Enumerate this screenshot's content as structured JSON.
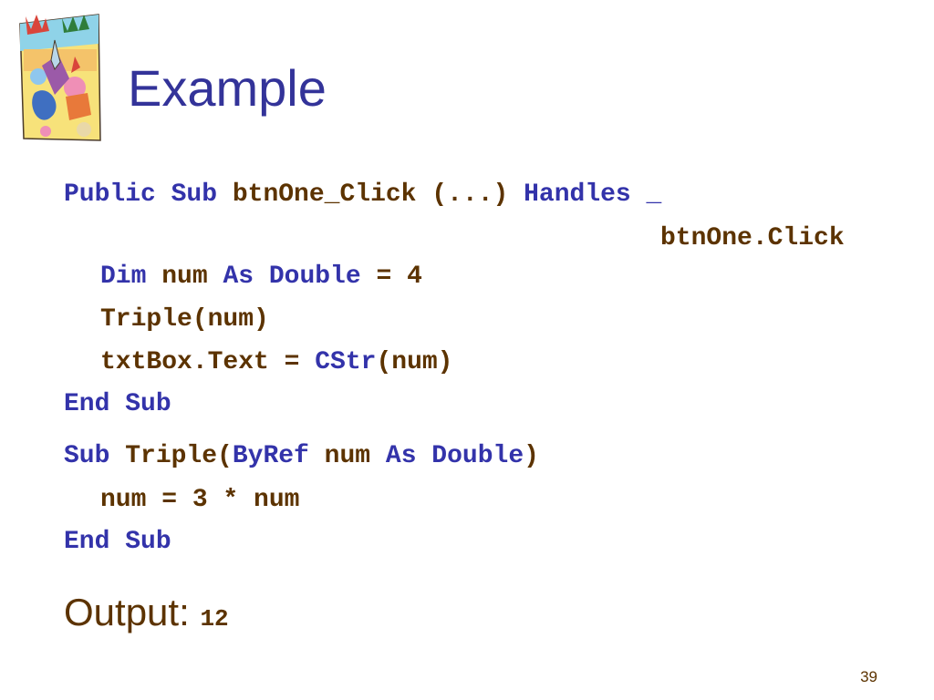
{
  "slide": {
    "title": "Example",
    "clipart_icon": "decorative-collage-icon",
    "code_lines": [
      [
        "Public Sub ",
        "btnOne_Click (...) ",
        "Handles _"
      ],
      [
        "btnOne.Click"
      ],
      [
        "Dim ",
        "num ",
        "As Double ",
        "= 4"
      ],
      [
        "Triple(num)"
      ],
      [
        "txtBox.Text = ",
        "CStr",
        "(num)"
      ],
      [
        "End Sub"
      ],
      [
        "Sub ",
        "Triple(",
        "ByRef ",
        "num ",
        "As Double",
        ")"
      ],
      [
        "num = 3 * num"
      ],
      [
        "End Sub"
      ]
    ],
    "output_label": "Output:",
    "output_value": "12",
    "page_number": "39"
  },
  "colors": {
    "title": "#333399",
    "keyword": "#3333aa",
    "text": "#5c3300"
  }
}
